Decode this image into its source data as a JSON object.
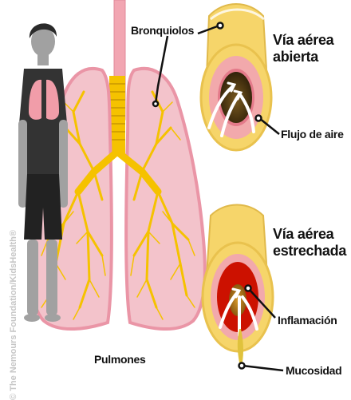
{
  "labels": {
    "bronchioles": "Bronquiolos",
    "open_airway": "Vía aérea abierta",
    "airflow": "Flujo de aire",
    "narrowed_airway": "Vía aérea estrechada",
    "inflammation": "Inflamación",
    "mucus": "Mucosidad",
    "lungs": "Pulmones"
  },
  "copyright": "© The Nemours Foundation/KidsHealth®",
  "colors": {
    "lung_fill": "#f3c3cb",
    "lung_outline": "#ea95a6",
    "bronchi": "#f5c200",
    "trachea": "#f2a6b2",
    "person_shirt": "#333333",
    "person_skin": "#a1a1a1",
    "airway_outer": "#f6d56a",
    "inflammation": "#cc1100",
    "mucus": "#e0c23c"
  }
}
